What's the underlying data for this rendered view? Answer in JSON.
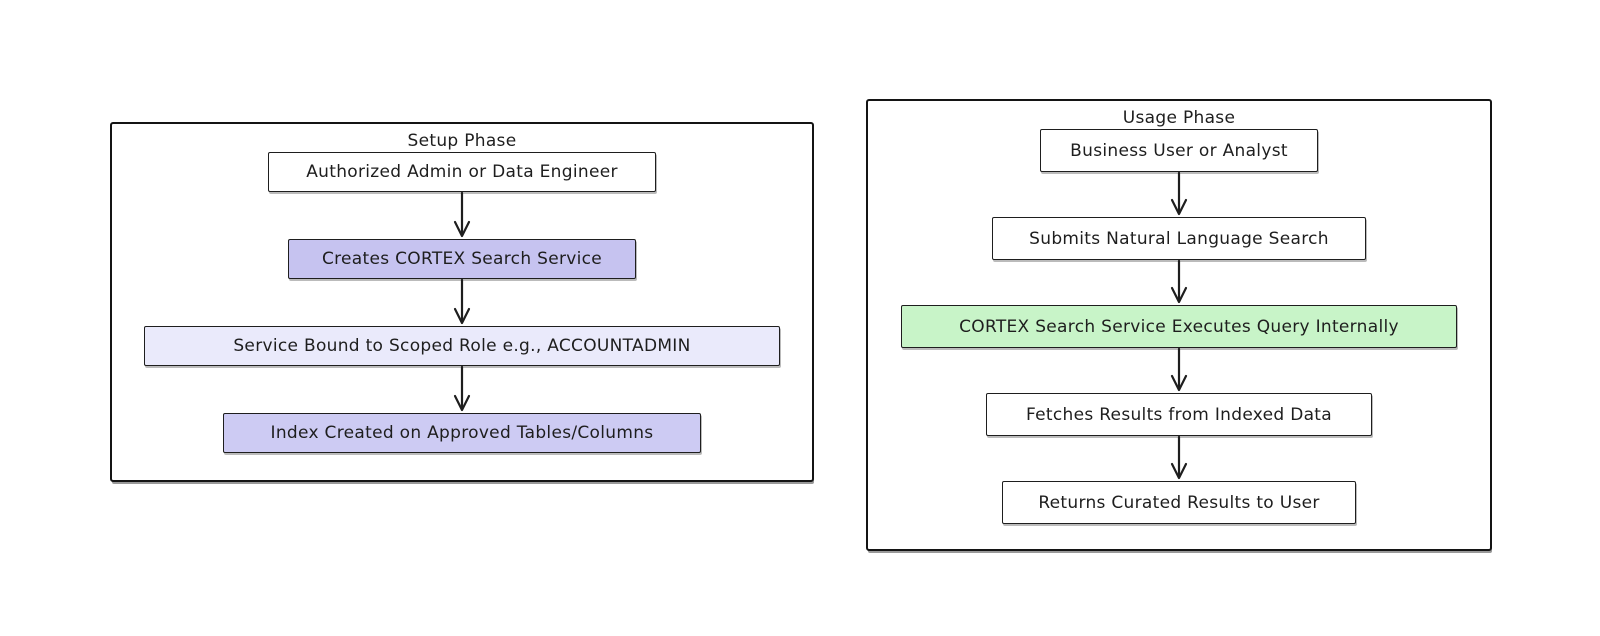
{
  "diagram": {
    "type": "flowchart",
    "style": "hand-drawn",
    "background": "#ffffff",
    "stroke_color": "#1e1e1e"
  },
  "colors": {
    "white_fill": "#ffffff",
    "lavender_medium": "#c6c3f0",
    "lavender_light": "#eaeafb",
    "lavender_soft": "#cdcbf3",
    "green_highlight": "#c8f4c8"
  },
  "panels": [
    {
      "id": "setup-phase",
      "title": "Setup Phase",
      "nodes": [
        {
          "label": "Authorized Admin or Data Engineer",
          "fill": "#ffffff"
        },
        {
          "label": "Creates CORTEX Search Service",
          "fill": "#c6c3f0"
        },
        {
          "label": "Service Bound to Scoped Role e.g., ACCOUNTADMIN",
          "fill": "#eaeafb"
        },
        {
          "label": "Index Created on Approved Tables/Columns",
          "fill": "#cdcbf3"
        }
      ]
    },
    {
      "id": "usage-phase",
      "title": "Usage Phase",
      "nodes": [
        {
          "label": "Business User or Analyst",
          "fill": "#ffffff"
        },
        {
          "label": "Submits Natural Language Search",
          "fill": "#ffffff"
        },
        {
          "label": "CORTEX Search Service Executes Query Internally",
          "fill": "#c8f4c8"
        },
        {
          "label": "Fetches Results from Indexed Data",
          "fill": "#ffffff"
        },
        {
          "label": "Returns Curated Results to User",
          "fill": "#ffffff"
        }
      ]
    }
  ]
}
